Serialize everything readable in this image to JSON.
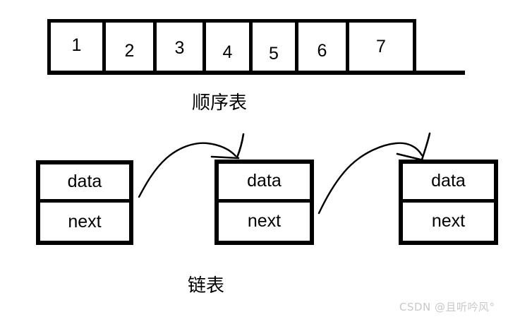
{
  "figure": {
    "background_color": "#ffffff",
    "ink_color": "#000000",
    "title_seq": "顺序表",
    "title_linked": "链表"
  },
  "array": {
    "name": "sequential-list",
    "caption": "顺序表",
    "cells": [
      {
        "value": "1"
      },
      {
        "value": "2"
      },
      {
        "value": "3"
      },
      {
        "value": "4"
      },
      {
        "value": "5"
      },
      {
        "value": "6"
      },
      {
        "value": "7"
      }
    ]
  },
  "linked_list": {
    "name": "linked-list",
    "caption": "链表",
    "nodes": [
      {
        "data_label": "data",
        "next_label": "next"
      },
      {
        "data_label": "data",
        "next_label": "next"
      },
      {
        "data_label": "data",
        "next_label": "next"
      }
    ],
    "arrows": [
      {
        "from": "node-0-next",
        "to": "node-1-top"
      },
      {
        "from": "node-1-next",
        "to": "node-2-top"
      }
    ]
  },
  "watermark": {
    "text": "CSDN @且听吟风°",
    "color": "#c8c8c8"
  }
}
